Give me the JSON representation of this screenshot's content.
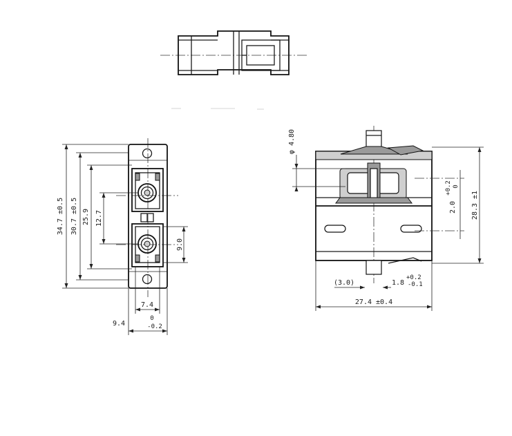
{
  "front_view": {
    "overall_height": "34.7 ±0.5",
    "flange_height": "30.7 ±0.5",
    "port_span": "25.9",
    "port_pitch": "12.7",
    "port_height": "9.0",
    "inner_width": "7.4",
    "outer_width_nominal": "9.4",
    "outer_width_tol_upper": "0",
    "outer_width_tol_lower": "-0.2"
  },
  "side_view": {
    "diameter_label": "φ 4.80",
    "total_height": "28.3 ±1",
    "offset_nominal": "2.0",
    "offset_tol_upper": "+0.2",
    "offset_tol_lower": "0",
    "ref_width": "(3.0)",
    "slot_nominal": "1.8",
    "slot_tol_upper": "+0.2",
    "slot_tol_lower": "-0.1",
    "total_length": "27.4 ±0.4"
  }
}
